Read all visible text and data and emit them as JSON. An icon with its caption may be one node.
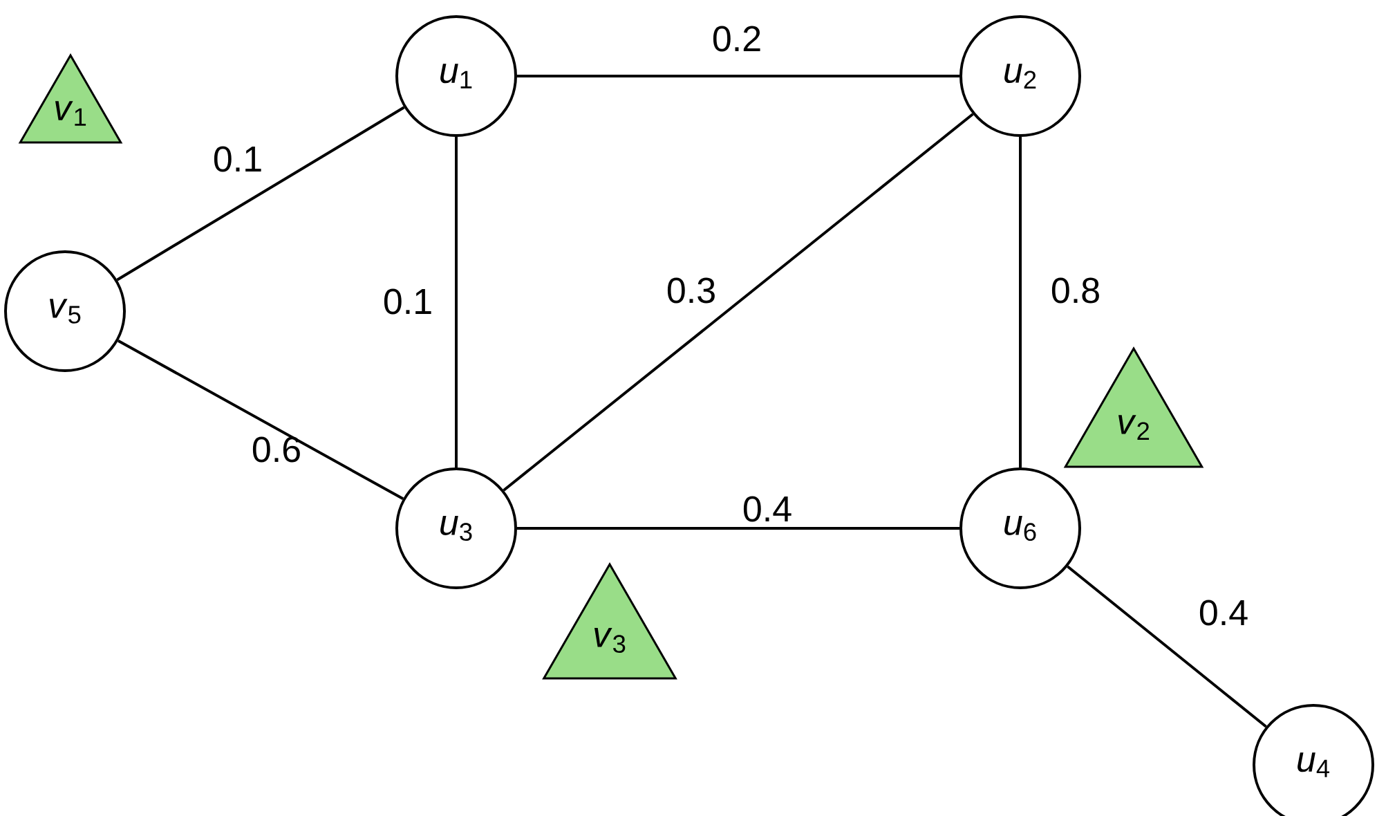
{
  "diagram": {
    "nodes": [
      {
        "text": [
          "*v*$_{1}$"
        ]
      },
      {
        "text": [
          "*u*$_{1}$"
        ]
      },
      {
        "text": [
          "*u*$_{2}$"
        ]
      },
      {
        "text": [
          "*v*$_{5}$"
        ]
      },
      {
        "text": [
          "*v*$_{2}$"
        ]
      },
      {
        "text": [
          "*u*$_{3}$"
        ]
      },
      {
        "text": [
          "*u*$_{6}$"
        ]
      },
      {
        "text": [
          "*v*$_{3}$"
        ]
      },
      {
        "text": [
          "*u*$_{4}$"
        ]
      }
    ],
    "edges": [
      {
        "from": 3,
        "to": 1,
        "arrow": "none",
        "label": "0.1"
      },
      {
        "from": 1,
        "to": 2,
        "arrow": "none",
        "label": "0.2"
      },
      {
        "from": 1,
        "to": 5,
        "arrow": "none",
        "label": "0.1"
      },
      {
        "from": 5,
        "to": 2,
        "arrow": "none",
        "label": "0.3"
      },
      {
        "from": 2,
        "to": 6,
        "arrow": "none",
        "label": "0.8"
      },
      {
        "from": 3,
        "to": 5,
        "arrow": "none",
        "label": "0.6"
      },
      {
        "from": 5,
        "to": 6,
        "arrow": "none",
        "label": "0.4"
      },
      {
        "from": 6,
        "to": 8,
        "arrow": "none",
        "label": "0.4"
      }
    ]
  }
}
